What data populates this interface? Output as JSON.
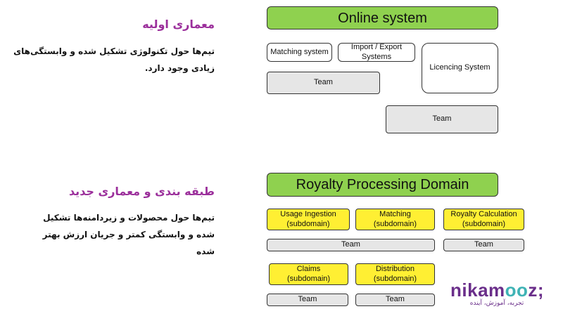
{
  "section1": {
    "title": "معماری اولیه",
    "line1": "تیم‌ها حول تکنولوژی تشکیل شده و وابستگی‌های",
    "line2": "زیادی وجود دارد."
  },
  "section2": {
    "title": "طبقه بندی و معماری جدید",
    "line1": "تیم‌ها حول محصولات و زیردامنه‌ها تشکیل",
    "line2": "شده و وابستگی کمتر و جریان ارزش بهتر",
    "line3": "شده"
  },
  "diagram1": {
    "header": "Online system",
    "matching": "Matching system",
    "import_export": "Import / Export Systems",
    "licencing": "Licencing System",
    "team_a": "Team",
    "team_b": "Team"
  },
  "diagram2": {
    "header": "Royalty Processing Domain",
    "usage": "Usage Ingestion (subdomain)",
    "matching": "Matching (subdomain)",
    "royalty_calc": "Royalty Calculation (subdomain)",
    "team_wide": "Team",
    "team_right": "Team",
    "claims": "Claims (subdomain)",
    "distribution": "Distribution (subdomain)",
    "team_claims": "Team",
    "team_distribution": "Team"
  },
  "logo": {
    "brand_prefix": "nikam",
    "brand_oo": "oo",
    "brand_suffix": "z;",
    "tagline": "تجربه، آموزش، آینده"
  },
  "colors": {
    "header_green": "#8fd14f",
    "subdomain_yellow": "#ffef33",
    "team_gray": "#e6e6e6",
    "title_purple": "#9b2f9b"
  }
}
